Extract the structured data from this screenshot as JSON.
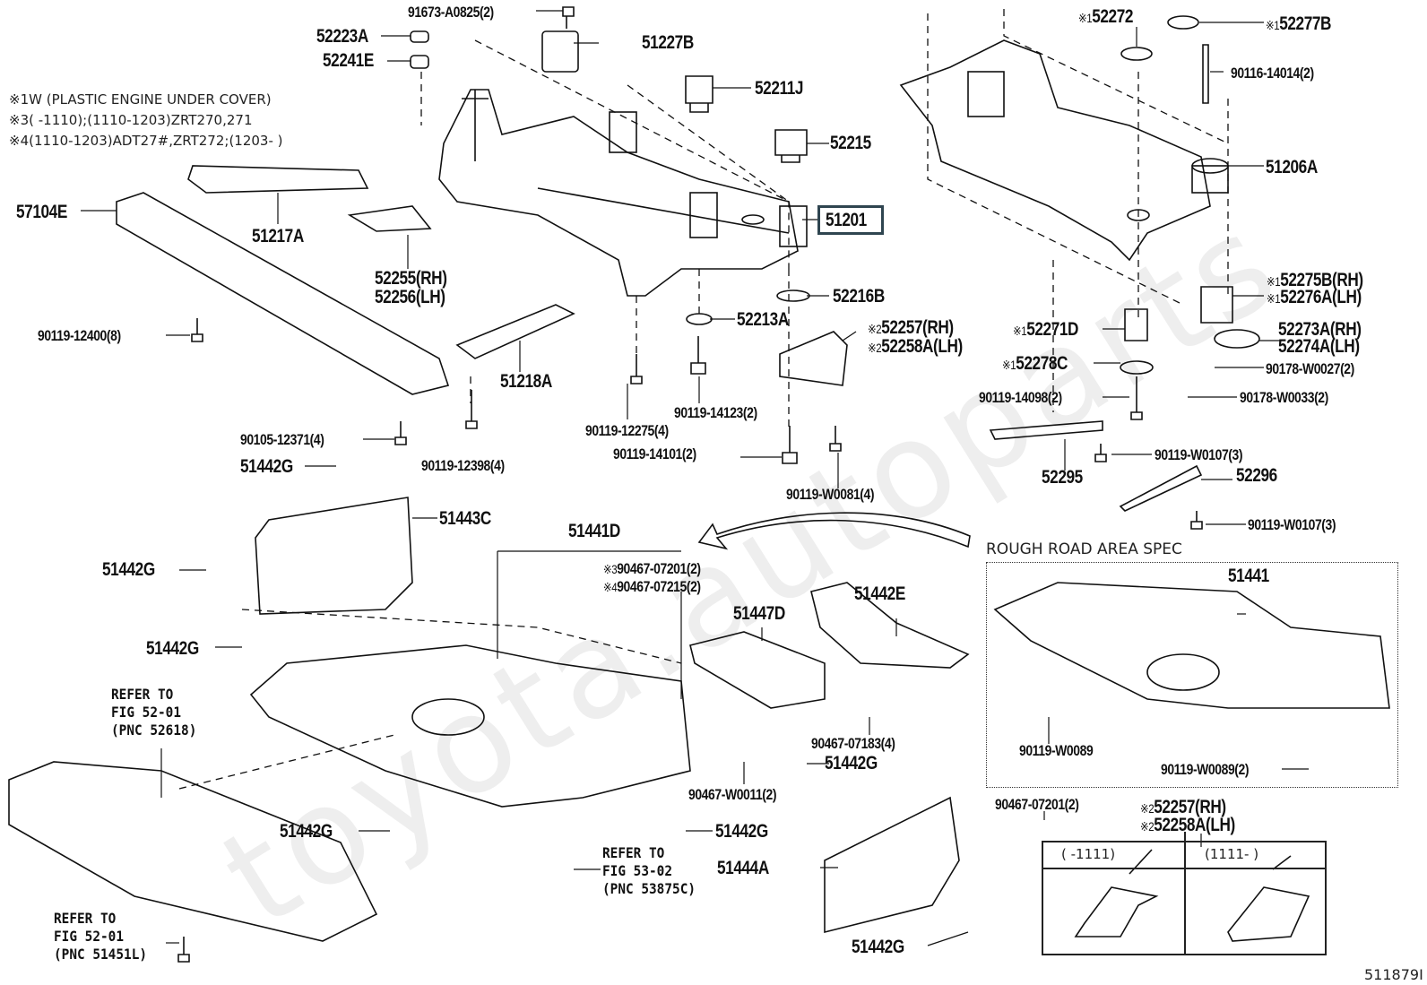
{
  "diagram_code": "511879I",
  "watermark": "toyota.autoparts",
  "notes": [
    {
      "mark": "※1",
      "text": "W (PLASTIC ENGINE UNDER COVER)"
    },
    {
      "mark": "※3",
      "text": "(        -1110);(1110-1203)ZRT270,271"
    },
    {
      "mark": "※4",
      "text": "(1110-1203)ADT27#,ZRT272;(1203-        )"
    }
  ],
  "highlighted_part": "51201",
  "parts": {
    "p91673": "91673-A0825(2)",
    "p52223A": "52223A",
    "p52241E": "52241E",
    "p51227B": "51227B",
    "p52211J": "52211J",
    "p52215": "52215",
    "p51201": "51201",
    "p57104E": "57104E",
    "p51217A": "51217A",
    "p52255": "52255(RH)",
    "p52256": "52256(LH)",
    "p52216B": "52216B",
    "p52213A": "52213A",
    "p90119_12400": "90119-12400(8)",
    "p51218A": "51218A",
    "p90119_14123": "90119-14123(2)",
    "p90119_12275": "90119-12275(4)",
    "p90105_12371": "90105-12371(4)",
    "p90119_12398": "90119-12398(4)",
    "p90119_14101": "90119-14101(2)",
    "p52257_top": "52257(RH)",
    "p52258A_top": "52258A(LH)",
    "p90119_W0081": "90119-W0081(4)",
    "p52272": "52272",
    "p52277B": "52277B",
    "p90116_14014": "90116-14014(2)",
    "p51206A": "51206A",
    "p52275B": "52275B(RH)",
    "p52276A": "52276A(LH)",
    "p52271D": "52271D",
    "p52273A": "52273A(RH)",
    "p52274A": "52274A(LH)",
    "p52278C": "52278C",
    "p90178_W0027": "90178-W0027(2)",
    "p90119_14098": "90119-14098(2)",
    "p90178_W0033": "90178-W0033(2)",
    "p52295": "52295",
    "p90119_W0107_a": "90119-W0107(3)",
    "p52296": "52296",
    "p90119_W0107_b": "90119-W0107(3)",
    "p51442G_1": "51442G",
    "p51443C": "51443C",
    "p51442G_2": "51442G",
    "p51441D": "51441D",
    "p90467_07201_3": "90467-07201(2)",
    "p90467_07215_4": "90467-07215(2)",
    "p51447D": "51447D",
    "p51442E": "51442E",
    "p51442G_3": "51442G",
    "p90467_07183": "90467-07183(4)",
    "p51442G_4": "51442G",
    "p90467_W0011": "90467-W0011(2)",
    "p51442G_5": "51442G",
    "p51442G_6": "51442G",
    "p51444A": "51444A",
    "p51442G_7": "51442G",
    "p90467_07201": "90467-07201(2)",
    "p52257_bot": "52257(RH)",
    "p52258A_bot": "52258A(LH)"
  },
  "marks": {
    "m1": "※1",
    "m2": "※2",
    "m3": "※3",
    "m4": "※4"
  },
  "refers": {
    "r52618": "REFER TO\nFIG 52-01\n(PNC 52618)",
    "r51451L": "REFER TO\nFIG 52-01\n(PNC 51451L)",
    "r53875C": "REFER TO\nFIG 53-02\n(PNC 53875C)"
  },
  "rough_road": {
    "title": "ROUGH ROAD AREA SPEC",
    "part": "51441",
    "bolt_a": "90119-W0089",
    "bolt_b": "90119-W0089(2)"
  },
  "variant_table": {
    "col1": "(      -1111)",
    "col2": "(1111-      )"
  }
}
